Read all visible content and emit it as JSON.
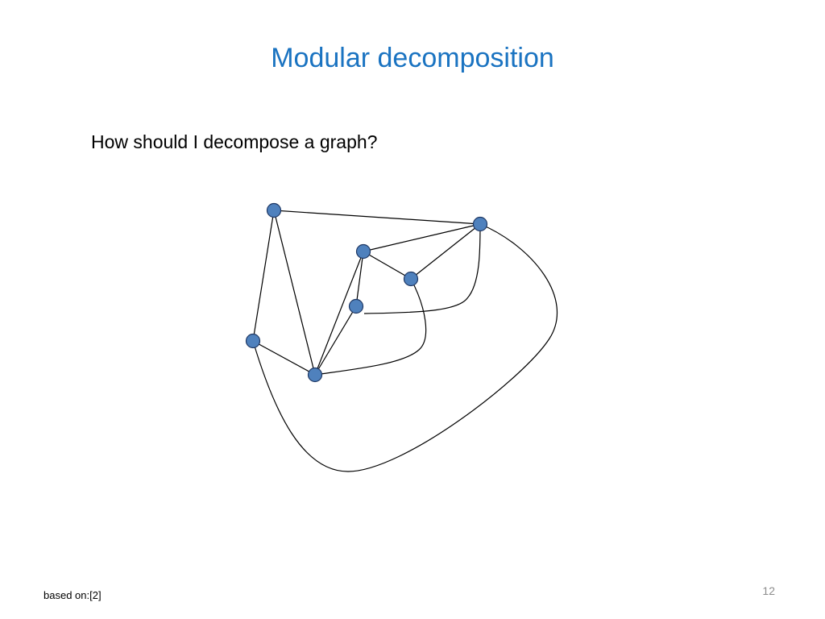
{
  "slide": {
    "title": "Modular decomposition",
    "question": "How should I decompose a graph?",
    "footer_reference": "based on:[2]",
    "page_number": "12"
  },
  "graph": {
    "node_fill": "#4f81bd",
    "node_stroke": "#1f3864",
    "edge_color": "#000000",
    "node_count": 7,
    "edge_count": 13
  }
}
